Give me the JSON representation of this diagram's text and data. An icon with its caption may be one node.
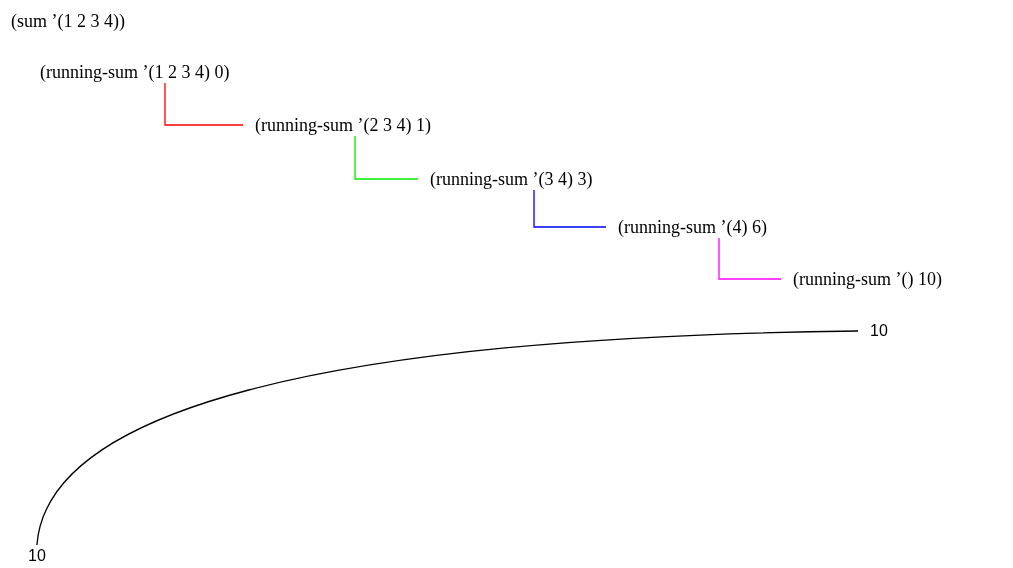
{
  "diagram": {
    "nodes": [
      {
        "text": [
          "(sum ’(1 2 3 4))"
        ]
      },
      {
        "text": [
          "(running-sum ’(1 2 3 4) 0)"
        ]
      },
      {
        "text": [
          "(running-sum ’(2 3 4) 1)"
        ]
      },
      {
        "text": [
          "(running-sum ’(3 4) 3)"
        ]
      },
      {
        "text": [
          "(running-sum ’(4) 6)"
        ]
      },
      {
        "text": [
          "(running-sum ’() 10)"
        ]
      },
      {
        "text": [
          "10"
        ]
      },
      {
        "text": [
          "10"
        ]
      }
    ],
    "edges": [
      {
        "from": 1,
        "to": 2,
        "arrow": "none",
        "color": "#ff0000"
      },
      {
        "from": 2,
        "to": 3,
        "arrow": "none",
        "color": "#00ee00"
      },
      {
        "from": 3,
        "to": 4,
        "arrow": "none",
        "color": "#0000ff"
      },
      {
        "from": 4,
        "to": 5,
        "arrow": "none",
        "color": "#ff00ff"
      },
      {
        "from": 6,
        "to": 7,
        "arrow": "none",
        "color": "#000000"
      }
    ]
  }
}
